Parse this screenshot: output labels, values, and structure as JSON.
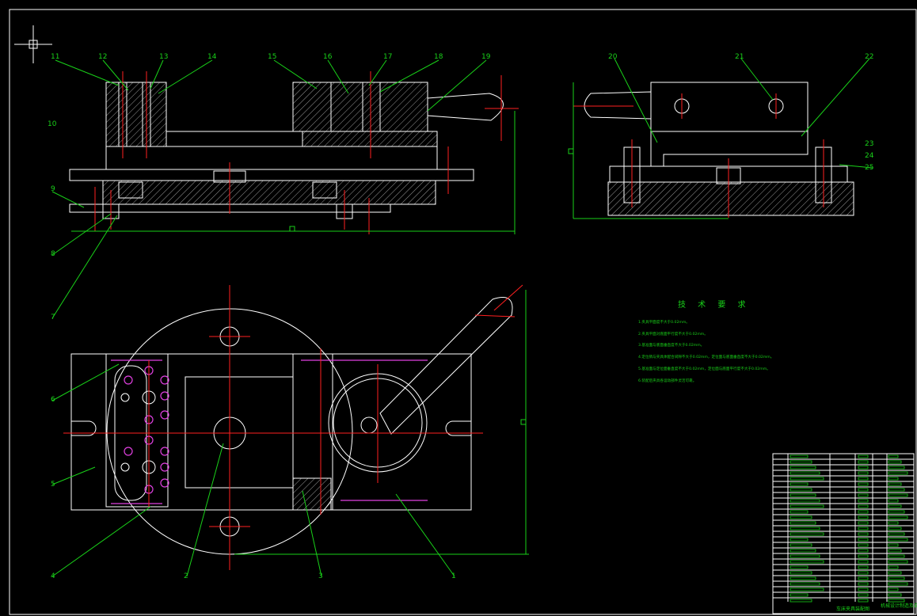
{
  "drawing": {
    "part_numbers_front": [
      "11",
      "12",
      "13",
      "14",
      "15",
      "16",
      "17",
      "18",
      "19"
    ],
    "part_numbers_side": [
      "20",
      "21",
      "22",
      "23",
      "24",
      "25"
    ],
    "part_numbers_left": [
      "10",
      "9",
      "8",
      "7",
      "6",
      "5",
      "4"
    ],
    "part_numbers_bottom": [
      "2",
      "3",
      "1"
    ]
  },
  "technical_requirements": {
    "title": "技 术 要 求",
    "items": [
      "1.夹具平面度不大于0.02mm。",
      "2.夹具平面对底面平行度不大于0.02mm。",
      "3.基准面与底面垂直度不大于0.02mm。",
      "4.定位销与夹具体配合间隙不大于0.02mm，定位面与底面垂直度不大于0.02mm。",
      "5.基准面与定位面垂直度不大于0.02mm，定位面与底面平行度不大于0.02mm。",
      "6.装配后夹具各运动部件灵活可靠。"
    ]
  },
  "title_block": {
    "drawing_title": "车床夹具装配图",
    "school": "机械设计制造及自动化"
  },
  "colors": {
    "background": "#000000",
    "outline": "#ffffff",
    "centerline": "#ff2020",
    "leader": "#19d119",
    "hidden": "#e040e0"
  }
}
